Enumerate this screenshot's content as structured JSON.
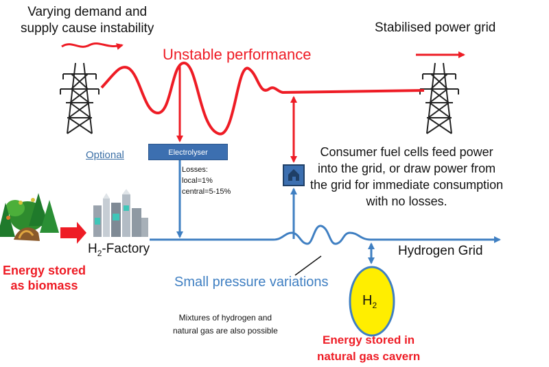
{
  "labels": {
    "demand_line1": "Varying demand and",
    "demand_line2": "supply cause instability",
    "stabilised": "Stabilised power grid",
    "unstable": "Unstable performance",
    "optional": "Optional",
    "electrolyser": "Electrolyser",
    "losses_line1": "Losses:",
    "losses_line2": "local=1%",
    "losses_line3": "central=5-15%",
    "consumer_line1": "Consumer fuel cells feed power",
    "consumer_line2": "into the grid, or draw power from",
    "consumer_line3": "the grid for immediate consumption",
    "consumer_line4": "with no losses.",
    "h2_factory_main": "H",
    "h2_factory_sub": "2",
    "h2_factory_rest": "-Factory",
    "hydrogen_grid": "Hydrogen Grid",
    "biomass_line1": "Energy stored",
    "biomass_line2": "as biomass",
    "pressure": "Small pressure variations",
    "mixtures_line1": "Mixtures of hydrogen and",
    "mixtures_line2": "natural gas are also possible",
    "cavern_line1": "Energy stored in",
    "cavern_line2": "natural gas cavern",
    "cavern_h": "H",
    "cavern_sub": "2"
  },
  "colors": {
    "power": "#ee1c25",
    "hydrogen": "#3f7fc2",
    "cavern": "#ffee00",
    "tower": "#222222"
  }
}
